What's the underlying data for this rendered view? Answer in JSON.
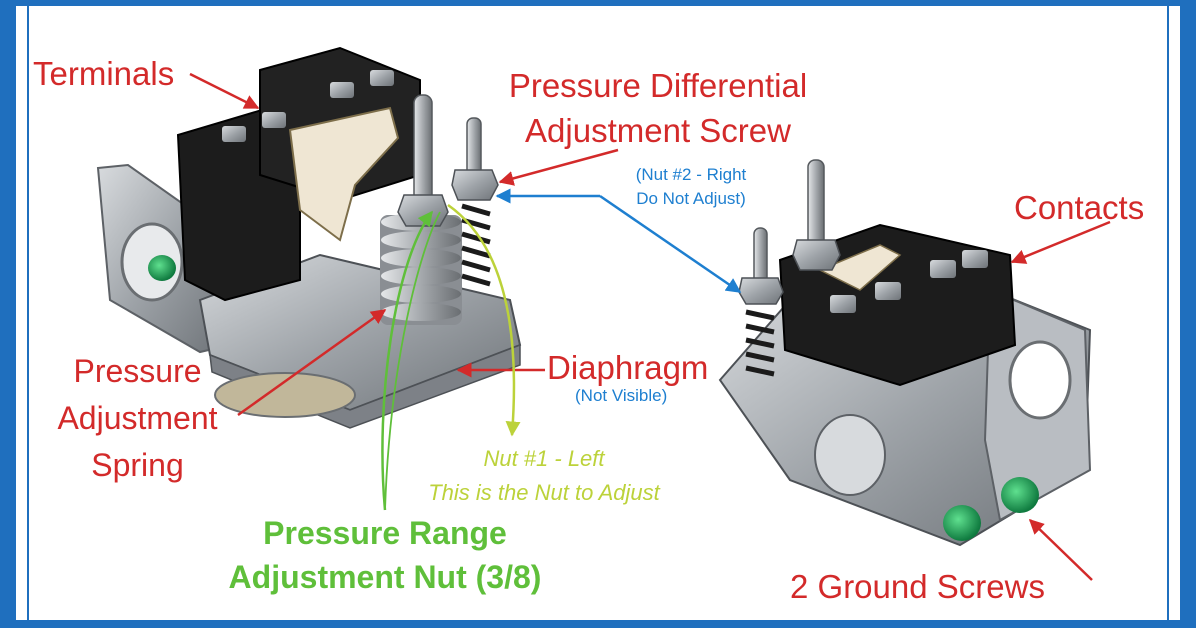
{
  "labels": {
    "terminals": "Terminals",
    "pressure_differential_line1": "Pressure Differential",
    "pressure_differential_line2": "Adjustment Screw",
    "nut2_line1": "(Nut #2 - Right",
    "nut2_line2": "Do Not Adjust)",
    "contacts": "Contacts",
    "pressure_spring_line1": "Pressure",
    "pressure_spring_line2": "Adjustment",
    "pressure_spring_line3": "Spring",
    "diaphragm": "Diaphragm",
    "not_visible": "(Not Visible)",
    "nut1_line1": "Nut #1 - Left",
    "nut1_line2": "This is the Nut to Adjust",
    "range_line1": "Pressure Range",
    "range_line2": "Adjustment Nut (3/8)",
    "ground_screws": "2 Ground Screws"
  },
  "colors": {
    "frame": "#1f6fbe",
    "label_red": "#d32a2a",
    "label_blue": "#1e7fd0",
    "label_yellow": "#bcd23a",
    "label_green": "#5fbf3a",
    "metal": "#a9adb2",
    "plastic_black": "#1c1c1c",
    "ground_screw": "#1aa35a"
  }
}
